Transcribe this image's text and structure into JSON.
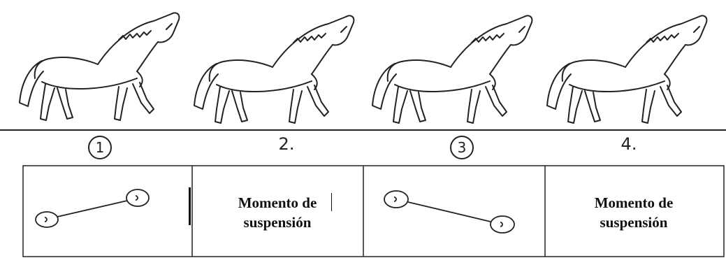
{
  "steps": [
    {
      "label": "1",
      "circled": true
    },
    {
      "label": "2.",
      "circled": false
    },
    {
      "label": "3",
      "circled": true
    },
    {
      "label": "4.",
      "circled": false
    }
  ],
  "cells": [
    {
      "type": "diagram"
    },
    {
      "type": "text",
      "line1": "Momento de",
      "line2": "suspensión"
    },
    {
      "type": "diagram"
    },
    {
      "type": "text",
      "line1": "Momento de",
      "line2": "suspensión"
    }
  ],
  "colors": {
    "ink": "#222222",
    "background": "#ffffff"
  }
}
